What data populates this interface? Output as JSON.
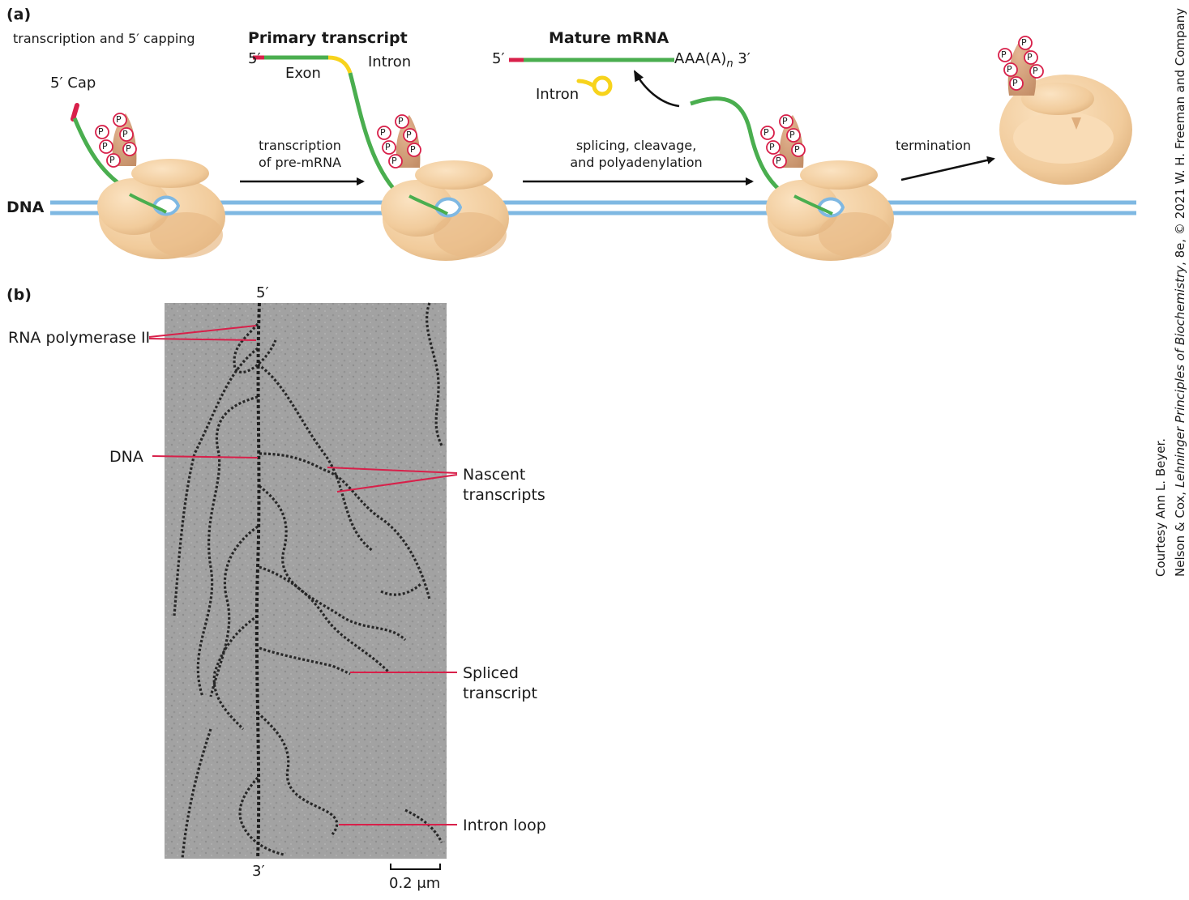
{
  "panel_a": {
    "label": "(a)",
    "step1_caption": "transcription and 5′ capping",
    "cap_label": "5′ Cap",
    "dna_label": "DNA",
    "primary_transcript": {
      "title": "Primary transcript",
      "five_prime": "5′",
      "exon": "Exon",
      "intron": "Intron"
    },
    "arrow1_label_l1": "transcription",
    "arrow1_label_l2": "of pre-mRNA",
    "mature_mrna": {
      "title": "Mature mRNA",
      "five_prime": "5′",
      "tail_prefix": "AAA(A)",
      "tail_n": "n",
      "tail_suffix": " 3′",
      "intron": "Intron"
    },
    "arrow2_label_l1": "splicing, cleavage,",
    "arrow2_label_l2": "and polyadenylation",
    "arrow3_label": "termination",
    "phospho": "P",
    "colors": {
      "dna": "#7fb8e2",
      "rna": "#4aae4f",
      "cap": "#d8204a",
      "intron": "#f7d31c",
      "polymerase": "#f3cfa2",
      "ctd": "#d9a47e",
      "phospho_ring": "#d8204a"
    }
  },
  "panel_b": {
    "label": "(b)",
    "five_prime": "5′",
    "three_prime": "3′",
    "rna_pol_label": "RNA polymerase II",
    "dna_label": "DNA",
    "nascent_l1": "Nascent",
    "nascent_l2": "transcripts",
    "spliced_l1": "Spliced",
    "spliced_l2": "transcript",
    "intron_loop": "Intron loop",
    "scale_label": "0.2 μm",
    "leader_color": "#d8204a"
  },
  "credit": {
    "line1": "Courtesy Ann L. Beyer.",
    "line2_prefix": "Nelson & Cox, ",
    "line2_title": "Lehninger Principles of Biochemistry",
    "line2_suffix": ", 8e, © 2021 W. H. Freeman and Company"
  }
}
